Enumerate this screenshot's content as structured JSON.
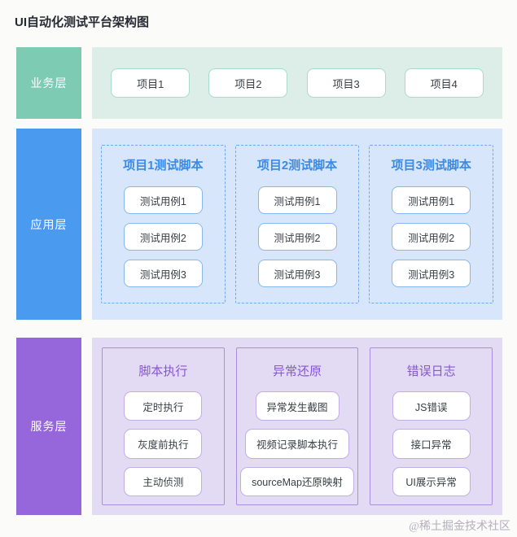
{
  "page": {
    "title": "UI自动化测试平台架构图",
    "watermark": "@稀土掘金技术社区"
  },
  "colors": {
    "business_label_bg": "#7ecbb4",
    "business_band_bg": "#dceee7",
    "business_box_border": "#a9dccb",
    "app_label_bg": "#4a9af0",
    "app_band_bg": "#d7e6fa",
    "app_dashed_border": "#6fa8ef",
    "app_group_title": "#3b8be4",
    "app_box_border": "#85b8f0",
    "service_label_bg": "#9567db",
    "service_band_bg": "#e3daf3",
    "service_group_border": "#a98fdc",
    "service_group_title": "#8657ce",
    "service_box_border": "#c3ade8"
  },
  "layers": {
    "business": {
      "label": "业务层",
      "items": [
        "项目1",
        "项目2",
        "项目3",
        "项目4"
      ]
    },
    "application": {
      "label": "应用层",
      "groups": [
        {
          "title": "项目1测试脚本",
          "items": [
            "测试用例1",
            "测试用例2",
            "测试用例3"
          ]
        },
        {
          "title": "项目2测试脚本",
          "items": [
            "测试用例1",
            "测试用例2",
            "测试用例3"
          ]
        },
        {
          "title": "项目3测试脚本",
          "items": [
            "测试用例1",
            "测试用例2",
            "测试用例3"
          ]
        }
      ]
    },
    "service": {
      "label": "服务层",
      "groups": [
        {
          "title": "脚本执行",
          "items": [
            "定时执行",
            "灰度前执行",
            "主动侦测"
          ]
        },
        {
          "title": "异常还原",
          "items": [
            "异常发生截图",
            "视频记录脚本执行",
            "sourceMap还原映射"
          ]
        },
        {
          "title": "错误日志",
          "items": [
            "JS错误",
            "接口异常",
            "UI展示异常"
          ]
        }
      ]
    }
  }
}
